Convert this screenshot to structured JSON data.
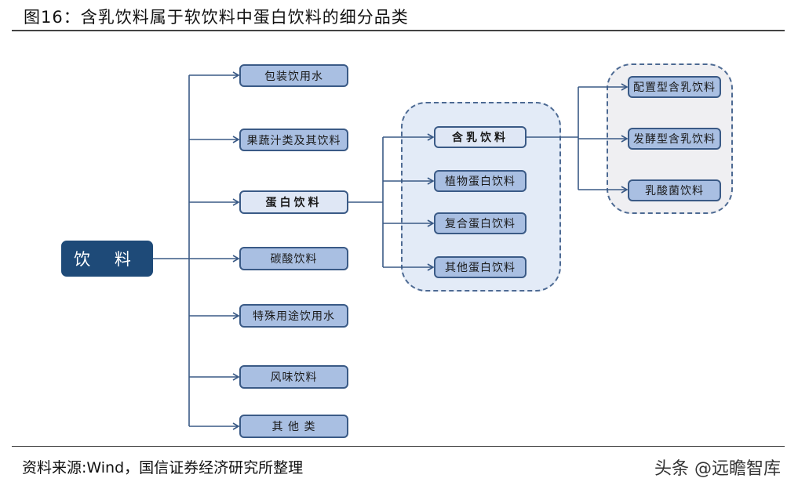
{
  "title": "图16：含乳饮料属于软饮料中蛋白饮料的细分品类",
  "source": "资料来源:Wind，国信证券经济研究所整理",
  "watermark": "头条 @远瞻智库",
  "colors": {
    "root": "#1e4a78",
    "node": "#a9bfe2",
    "node_light": "#dfe7f5",
    "line": "#3a5a86"
  },
  "root": {
    "label": "饮 料"
  },
  "level1": [
    {
      "label": "包装饮用水"
    },
    {
      "label": "果蔬汁类及其饮料"
    },
    {
      "label": "蛋白饮料",
      "highlight": true
    },
    {
      "label": "碳酸饮料"
    },
    {
      "label": "特殊用途饮用水"
    },
    {
      "label": "风味饮料"
    },
    {
      "label": "其 他 类"
    }
  ],
  "level2_parent": "蛋白饮料",
  "level2": [
    {
      "label": "含乳饮料",
      "highlight": true
    },
    {
      "label": "植物蛋白饮料"
    },
    {
      "label": "复合蛋白饮料"
    },
    {
      "label": "其他蛋白饮料"
    }
  ],
  "level3_parent": "含乳饮料",
  "level3": [
    {
      "label": "配置型含乳饮料"
    },
    {
      "label": "发酵型含乳饮料"
    },
    {
      "label": "乳酸菌饮料"
    }
  ]
}
